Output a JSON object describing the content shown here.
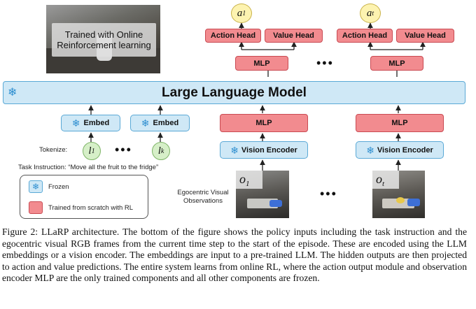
{
  "photo_overlay": {
    "line1": "Trained with Online",
    "line2": "Reinforcement learning"
  },
  "llm": {
    "title": "Large Language Model"
  },
  "heads": [
    {
      "output": "a",
      "output_sub": "1",
      "action_label": "Action Head",
      "value_label": "Value Head",
      "mlp_label": "MLP"
    },
    {
      "output": "a",
      "output_sub": "t",
      "action_label": "Action Head",
      "value_label": "Value Head",
      "mlp_label": "MLP"
    }
  ],
  "dots": "•••",
  "embed": {
    "label": "Embed"
  },
  "tokens": {
    "prefix": "Tokenize:",
    "first": "l",
    "first_sub": "1",
    "last": "l",
    "last_sub": "k"
  },
  "task_instruction": "Task Instruction: “Move all the fruit to the fridge”",
  "vision": {
    "mlp_label": "MLP",
    "encoder_label": "Vision Encoder"
  },
  "observations": {
    "label_line1": "Egocentric Visual",
    "label_line2": "Observations",
    "first": "o",
    "first_sub": "1",
    "last": "o",
    "last_sub": "t"
  },
  "legend": {
    "frozen": "Frozen",
    "trained": "Trained from scratch with RL"
  },
  "caption": "Figure 2: LLaRP architecture. The bottom of the figure shows the policy inputs including the task instruction and the egocentric visual RGB frames from the current time step to the start of the episode. These are encoded using the LLM embeddings or a vision encoder. The embeddings are input to a pre-trained LLM. The hidden outputs are then projected to action and value predictions. The entire system learns from online RL, where the action output module and observation encoder MLP are the only trained components and all other components are frozen.",
  "colors": {
    "frozen_fill": "#cfe8f6",
    "trained_fill": "#f28b8f",
    "token_fill": "#d6efc8",
    "output_fill": "#fdf3b0"
  },
  "icons": {
    "frozen": "snowflake-icon"
  }
}
